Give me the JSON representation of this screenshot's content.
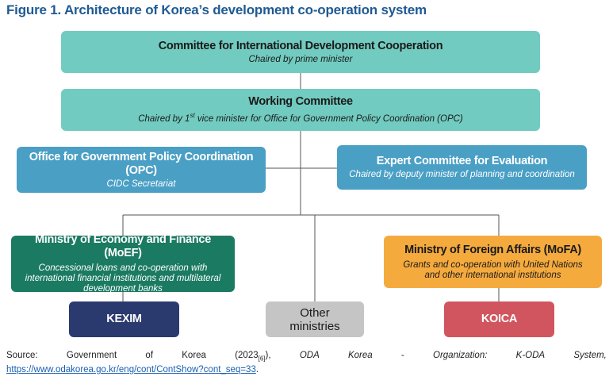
{
  "figure": {
    "title": "Figure 1. Architecture of Korea’s development co-operation system"
  },
  "nodes": {
    "cidc": {
      "title": "Committee for International Development Cooperation",
      "subtitle": "Chaired by prime minister"
    },
    "working": {
      "title": "Working Committee",
      "subtitle_pre": "Chaired by 1",
      "subtitle_sup": "st",
      "subtitle_post": " vice minister for Office for Government Policy Coordination (OPC)"
    },
    "opc": {
      "title": "Office for Government Policy Coordination (OPC)",
      "subtitle": "CIDC Secretariat"
    },
    "expert": {
      "title": "Expert Committee for Evaluation",
      "subtitle": "Chaired by deputy minister of planning and coordination"
    },
    "moef": {
      "title": "Ministry of Economy and Finance (MoEF)",
      "subtitle": "Concessional loans and co-operation with international financial institutions and multilateral development banks"
    },
    "mofa": {
      "title": "Ministry of Foreign Affairs (MoFA)",
      "subtitle": "Grants and co-operation with United Nations and other international institutions"
    },
    "kexim": {
      "label": "KEXIM"
    },
    "other": {
      "label_line1": "Other",
      "label_line2": "ministries"
    },
    "koica": {
      "label": "KOICA"
    }
  },
  "colors": {
    "teal": "#72cbc0",
    "blue": "#4a9fc5",
    "green": "#1b7a62",
    "orange": "#f5aa3e",
    "navy": "#2b3a6e",
    "grey": "#c5c5c5",
    "red": "#d1555f",
    "title": "#1f5a93",
    "connector": "#555555"
  },
  "source": {
    "w1": "Source:",
    "w2": "Government",
    "w3": "of",
    "w4": "Korea",
    "w5_pre": "(2023",
    "w5_sub": "[6]",
    "w5_post": "),",
    "w6": "ODA",
    "w7": "Korea",
    "w8": "-",
    "w9": "Organization:",
    "w10": "K-ODA",
    "w11": "System,",
    "url": "https://www.odakorea.go.kr/eng/cont/ContShow?cont_seq=33",
    "end": "."
  }
}
